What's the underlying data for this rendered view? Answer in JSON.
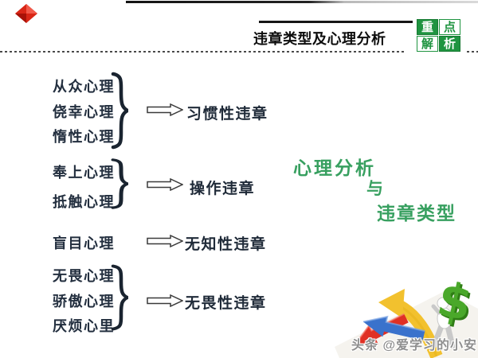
{
  "slide": {
    "title": "违章类型及心理分析",
    "logo": {
      "tiles": [
        "重",
        "点",
        "解",
        "析"
      ]
    },
    "groups": [
      {
        "items": [
          "从众心理",
          "侥幸心理",
          "惰性心理"
        ],
        "result": "习惯性违章"
      },
      {
        "items": [
          "奉上心理",
          "抵触心理"
        ],
        "result": "操作违章"
      },
      {
        "items": [
          "盲目心理"
        ],
        "result": "无知性违章"
      },
      {
        "items": [
          "无畏心理",
          "骄傲心理",
          "厌烦心里"
        ],
        "result": "无畏性违章"
      }
    ],
    "center_caption": {
      "line1": "心理分析",
      "line2": "与",
      "line3": "违章类型"
    },
    "watermark": "头条 @爱学习的小安"
  },
  "colors": {
    "logo_green": "#1f9440",
    "caption_green": "#38a060",
    "list_text": "#232f3f",
    "arrow_red": "#e03024",
    "arrow_blue": "#3a72cc",
    "arrow_yellow": "#f2c12e",
    "dollar_green": "#4aa82a",
    "diamond_red": "#d92616"
  }
}
